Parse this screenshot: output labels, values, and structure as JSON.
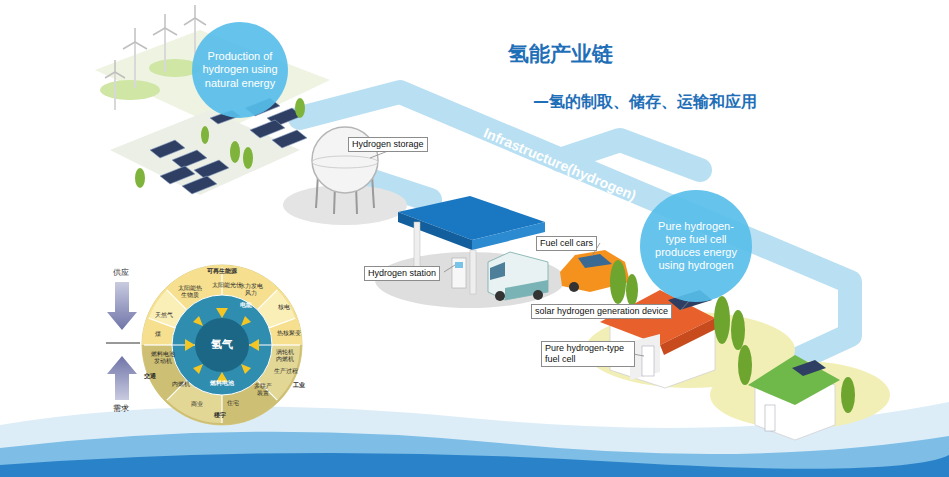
{
  "diagram": {
    "title": "氢能产业链",
    "nodes": [
      {
        "text": [
          "Production of hydrogen using natural energy"
        ]
      },
      {
        "text": [
          "Hydrogen storage"
        ]
      },
      {
        "text": [
          "Infrastructure(hydrogen)"
        ]
      },
      {
        "text": [
          "Pure hydrogen-type fuel cell produces energy using hydrogen"
        ]
      },
      {
        "text": [
          "Fuel cell cars"
        ]
      },
      {
        "text": [
          "Hydrogen station"
        ]
      },
      {
        "text": [
          "solar hydrogen generation device"
        ]
      },
      {
        "text": [
          "氢气"
        ]
      },
      {
        "text": [
          "Pure hydrogen-type fuel cell"
        ]
      }
    ],
    "labels": [
      "—氢的制取、储存、运输和应用",
      "供应",
      "需求",
      "可再生能源",
      "太阳能光伏",
      "太阳能热 生物质",
      "水力发电 风力",
      "天然气",
      "核电",
      "煤",
      "热核聚变",
      "电能",
      "燃料电池 发动机",
      "交通",
      "内燃机",
      "商业",
      "住宅",
      "楼宇",
      "燃料电池",
      "多联产 装置",
      "涡轮机 内燃机",
      "生产过程",
      "工业"
    ]
  }
}
